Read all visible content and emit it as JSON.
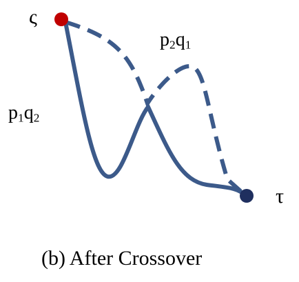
{
  "nodes": {
    "start": {
      "label": "ς",
      "color": "#c00000"
    },
    "end": {
      "label": "τ",
      "color": "#1f2f5f"
    }
  },
  "paths": {
    "solid": {
      "label": {
        "p1": "p",
        "i1": "1",
        "q": "q",
        "i2": "2"
      }
    },
    "dashed": {
      "label": {
        "p": "p",
        "i1": "2",
        "q": "q",
        "i2": "1"
      }
    }
  },
  "colors": {
    "path": "#3c5a8a"
  },
  "caption": "(b)  After Crossover"
}
